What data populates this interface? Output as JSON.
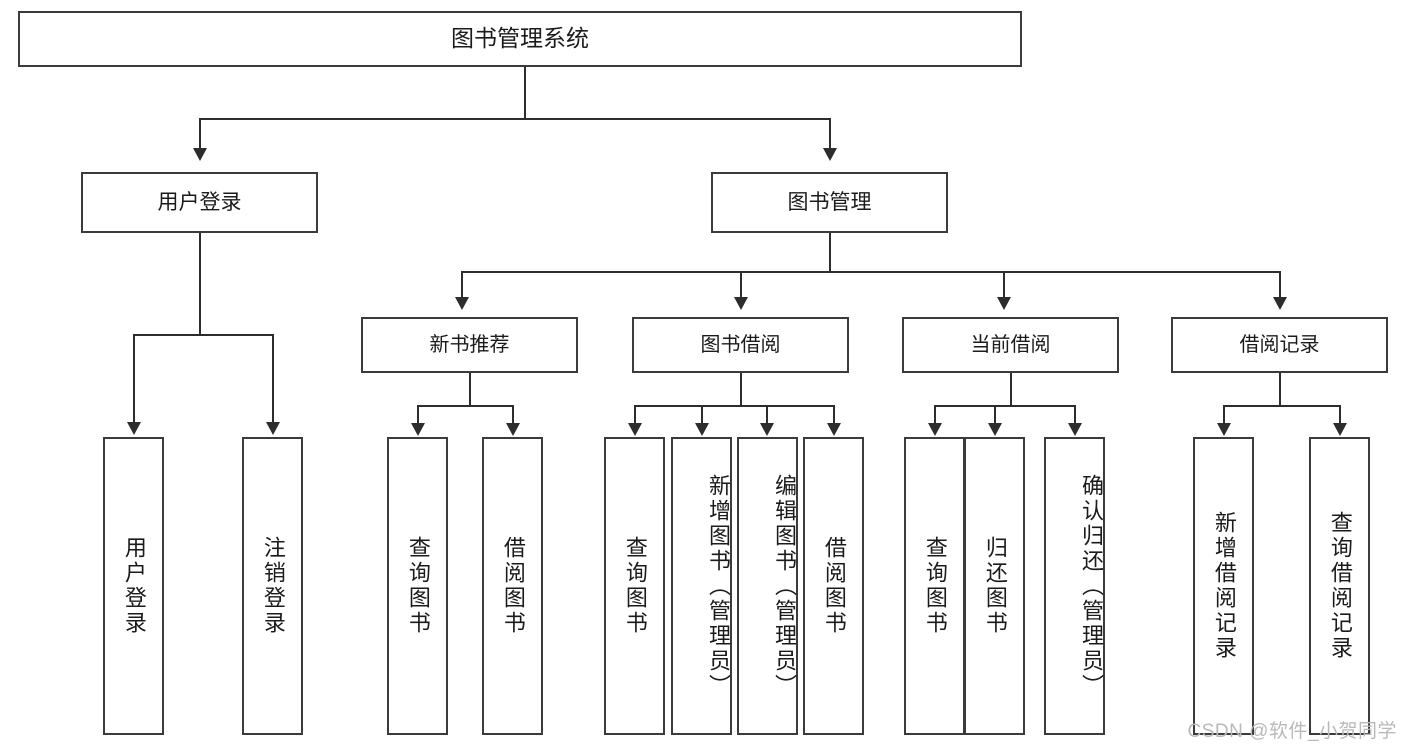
{
  "diagram": {
    "title": "图书管理系统",
    "type": "hierarchy-tree",
    "root": {
      "label": "图书管理系统"
    },
    "level1": [
      {
        "label": "用户登录"
      },
      {
        "label": "图书管理"
      }
    ],
    "level2": [
      {
        "label": "新书推荐",
        "parent": "图书管理"
      },
      {
        "label": "图书借阅",
        "parent": "图书管理"
      },
      {
        "label": "当前借阅",
        "parent": "图书管理"
      },
      {
        "label": "借阅记录",
        "parent": "图书管理"
      }
    ],
    "leaves": {
      "user_login": [
        {
          "label": "用户登录"
        },
        {
          "label": "注销登录"
        }
      ],
      "new_book_recommend": [
        {
          "label": "查询图书"
        },
        {
          "label": "借阅图书"
        }
      ],
      "book_borrow": [
        {
          "label": "查询图书"
        },
        {
          "label": "新增图书（管理员）"
        },
        {
          "label": "编辑图书（管理员）"
        },
        {
          "label": "借阅图书"
        }
      ],
      "current_borrow": [
        {
          "label": "查询图书"
        },
        {
          "label": "归还图书"
        },
        {
          "label": "确认归还（管理员）"
        }
      ],
      "borrow_record": [
        {
          "label": "新增借阅记录"
        },
        {
          "label": "查询借阅记录"
        }
      ]
    }
  },
  "watermark": {
    "text": "CSDN @软件_小贺同学"
  },
  "colors": {
    "border": "#3b3b3b",
    "line": "#2d2d2d",
    "background": "#ffffff",
    "text": "#1b1b1b",
    "watermark": "#b9b9b9"
  }
}
